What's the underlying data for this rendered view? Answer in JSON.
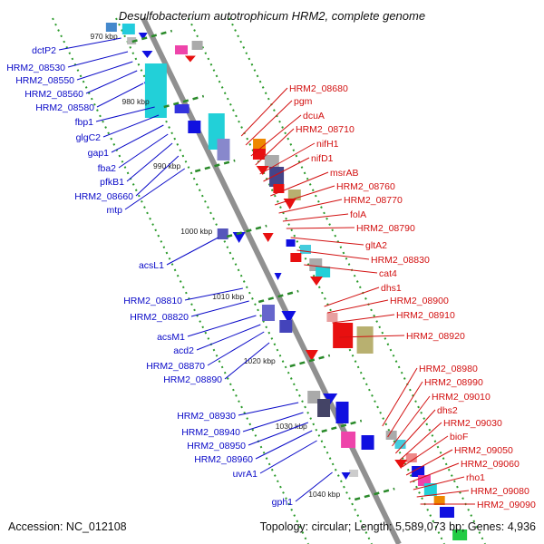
{
  "title": "Desulfobacterium autotrophicum HRM2, complete genome",
  "footer": {
    "accession": "Accession: NC_012108",
    "summary": "Topology: circular; Length: 5,589,073 bp; Genes: 4,936"
  },
  "scale_ticks": [
    "970 kbp",
    "980 kbp",
    "990 kbp",
    "1000 kbp",
    "1010 kbp",
    "1020 kbp",
    "1030 kbp",
    "1040 kbp"
  ],
  "left_genes": [
    "dctP2",
    "HRM2_08530",
    "HRM2_08550",
    "HRM2_08560",
    "HRM2_08580",
    "fbp1",
    "glgC2",
    "gap1",
    "fba2",
    "pfkB1",
    "HRM2_08660",
    "mtp",
    "acsL1",
    "HRM2_08810",
    "HRM2_08820",
    "acsM1",
    "acd2",
    "HRM2_08870",
    "HRM2_08890",
    "HRM2_08930",
    "HRM2_08940",
    "HRM2_08950",
    "HRM2_08960",
    "uvrA1",
    "gph1"
  ],
  "right_genes": [
    "HRM2_08680",
    "pgm",
    "dcuA",
    "HRM2_08710",
    "nifH1",
    "nifD1",
    "msrAB",
    "HRM2_08760",
    "HRM2_08770",
    "folA",
    "HRM2_08790",
    "gltA2",
    "HRM2_08830",
    "cat4",
    "dhs1",
    "HRM2_08900",
    "HRM2_08910",
    "HRM2_08920",
    "HRM2_08980",
    "HRM2_08990",
    "HRM2_09010",
    "dhs2",
    "HRM2_09030",
    "bioF",
    "HRM2_09050",
    "HRM2_09060",
    "rho1",
    "HRM2_09080",
    "HRM2_09090"
  ],
  "colors": {
    "backbone": "#909090",
    "left_label": "#0a0ac8",
    "right_label": "#d21010",
    "forward_gene": "#e81010",
    "reverse_gene": "#1010e0",
    "tick_line": "#2a8a2a",
    "dotted_guide": "#2a9a2a"
  }
}
